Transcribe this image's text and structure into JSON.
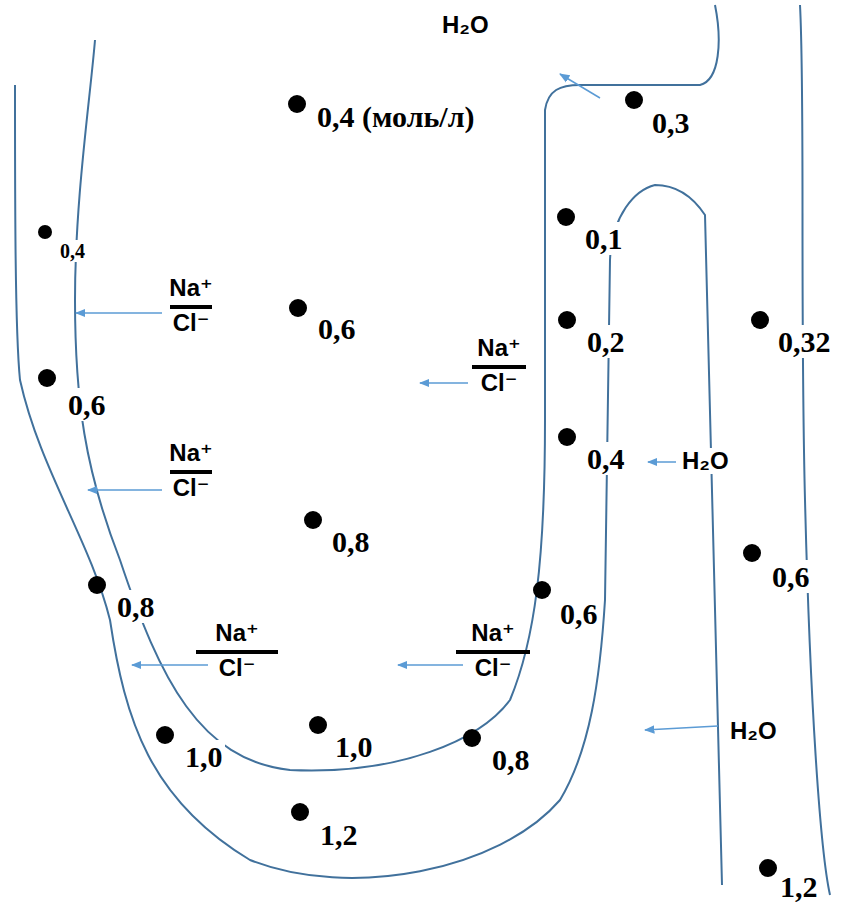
{
  "diagram": {
    "labels": [
      "H₂O",
      "0,4 (моль/л)",
      "0,3",
      "0,1",
      "0,4",
      "Na⁺",
      "0,6",
      "0,2",
      "0,32",
      "Cl⁻",
      "Na⁺",
      "Cl⁻",
      "0,6",
      "0,4",
      "H₂O",
      "Na⁺",
      "Cl⁻",
      "0,8",
      "0,6",
      "0,8",
      "0,6",
      "Na⁺",
      "Cl⁻",
      "Na⁺",
      "Cl⁻",
      "H₂O",
      "1,0",
      "1,0",
      "0,8",
      "1,2",
      "1,2"
    ]
  }
}
